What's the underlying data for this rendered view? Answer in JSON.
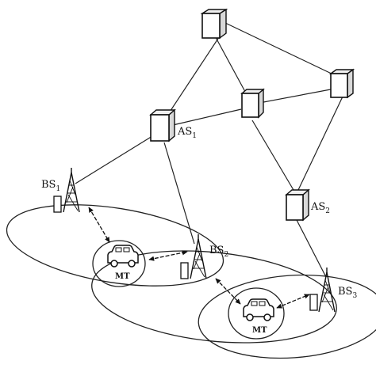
{
  "diagram": {
    "servers": {
      "as1": {
        "label": "AS",
        "sub": "1"
      },
      "as2": {
        "label": "AS",
        "sub": "2"
      }
    },
    "base_stations": {
      "bs1": {
        "label": "BS",
        "sub": "1"
      },
      "bs2": {
        "label": "BS",
        "sub": "2"
      },
      "bs3": {
        "label": "BS",
        "sub": "3"
      }
    },
    "terminals": {
      "mt1": {
        "label": "MT"
      },
      "mt2": {
        "label": "MT"
      }
    },
    "icons": {
      "server": "server-icon",
      "tower": "antenna-tower-icon",
      "car": "car-icon",
      "radio_link": "double-arrow-icon"
    }
  }
}
